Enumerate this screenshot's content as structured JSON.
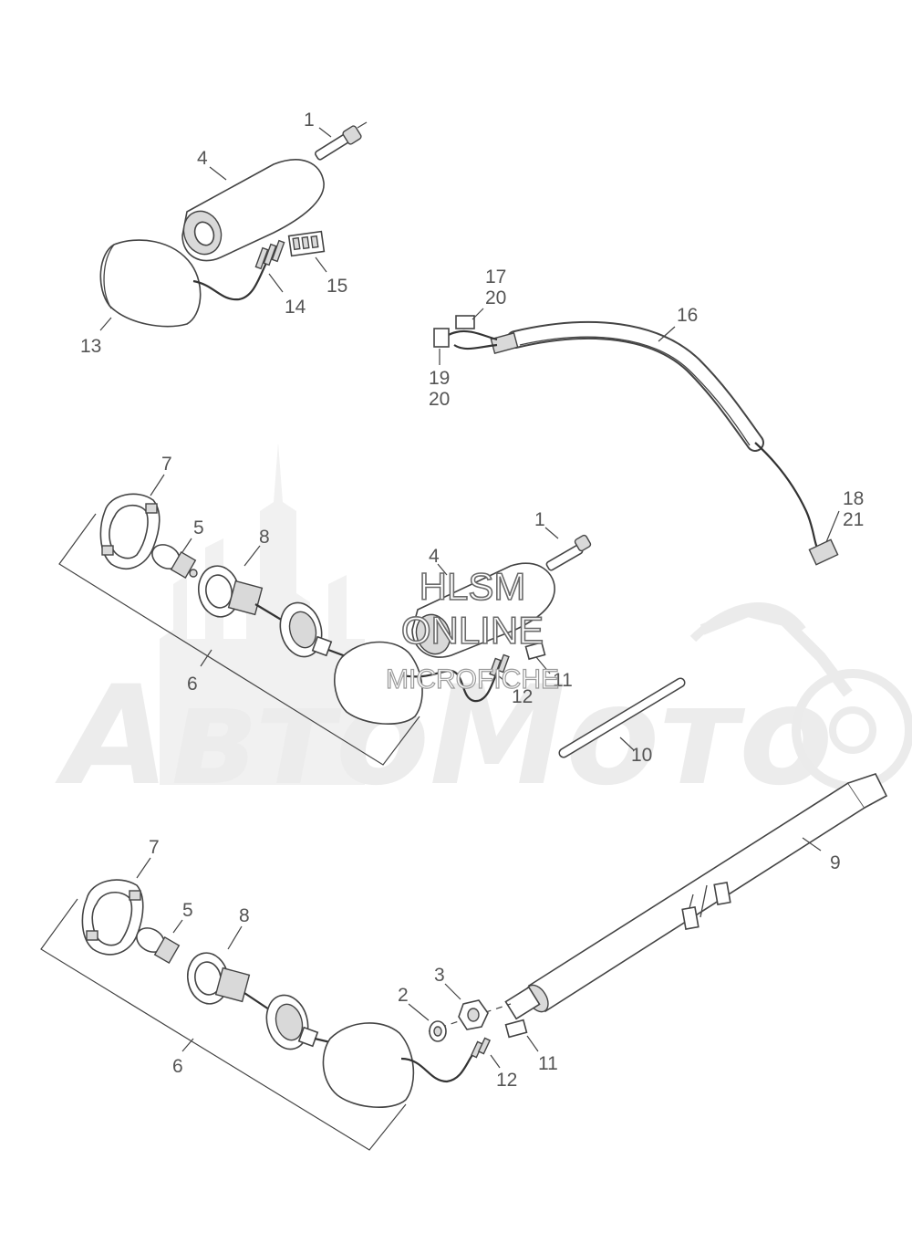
{
  "watermark": {
    "hlsm_line1": "HLSM",
    "hlsm_line2": "ONLINE",
    "hlsm_line3": "MICROFICHE",
    "brand_text": "АвтоМото"
  },
  "callouts": {
    "c1_top": "1",
    "c4_top": "4",
    "c13": "13",
    "c14": "14",
    "c15": "15",
    "c17": "17",
    "c20_a": "20",
    "c16": "16",
    "c19": "19",
    "c20_b": "20",
    "c18": "18",
    "c21": "21",
    "c7_mid": "7",
    "c5_mid": "5",
    "c8_mid": "8",
    "c1_mid": "1",
    "c4_mid": "4",
    "c6_mid": "6",
    "c11_mid": "11",
    "c12_mid": "12",
    "c10": "10",
    "c9": "9",
    "c7_bot": "7",
    "c5_bot": "5",
    "c8_bot": "8",
    "c3": "3",
    "c2": "2",
    "c6_bot": "6",
    "c11_bot": "11",
    "c12_bot": "12"
  }
}
